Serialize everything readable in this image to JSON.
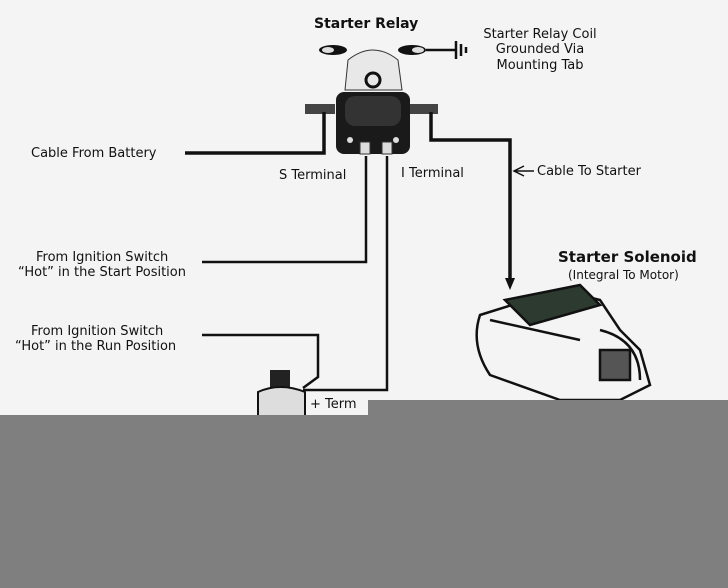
{
  "labels": {
    "starter_relay": "Starter Relay",
    "relay_coil_1": "Starter Relay Coil",
    "relay_coil_2": "Grounded Via",
    "relay_coil_3": "Mounting Tab",
    "cable_battery": "Cable From Battery",
    "s_terminal": "S Terminal",
    "i_terminal": "I Terminal",
    "cable_starter": "Cable To Starter",
    "start_1": "From Ignition Switch",
    "start_2": "“Hot” in the Start Position",
    "run_1": "From Ignition Switch",
    "run_2": "“Hot” in the Run Position",
    "solenoid_title": "Starter Solenoid",
    "solenoid_sub": "(Integral To Motor)",
    "coil_terminal": "+ Term"
  },
  "colors": {
    "background": "#f4f4f4",
    "wire": "#111111",
    "occlusion": "#7f7f7f"
  }
}
